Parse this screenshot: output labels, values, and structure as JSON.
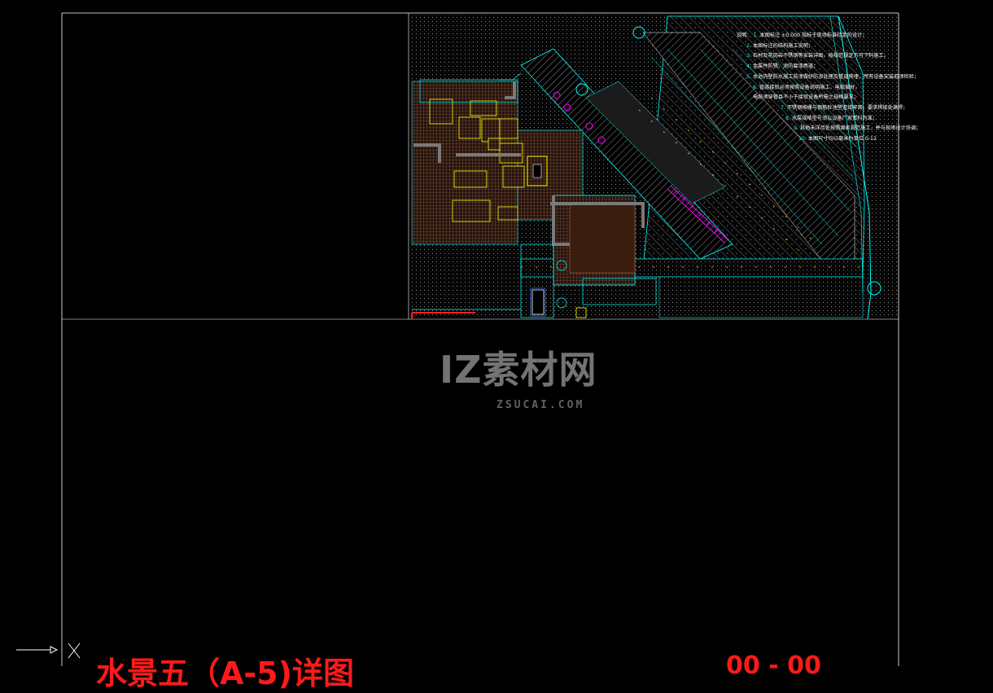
{
  "drawing": {
    "title": "水景五（A-5)详图",
    "scale_text": "00 - 00"
  },
  "notes": {
    "label": "说明：",
    "items": [
      {
        "num": "1",
        "text": "本图标注 ±0.000 指标于现场标准待定的设计；"
      },
      {
        "num": "2",
        "text": "本图标注的结构施工说明；"
      },
      {
        "num": "3",
        "text": "石材及花岗岩不锈钢等安装详图，按规范规定方可下料施工。"
      },
      {
        "num": "4",
        "text": "金属件防锈，涂防腐漆两道；"
      },
      {
        "num": "5",
        "text": "水池内壁防水施工前须做好防渗处理及管道预埋，所有设备安装前须检验；"
      },
      {
        "num": "6",
        "text": "管道接驳必须按照设备说明施工，电缆做好，"
      },
      {
        "num": "",
        "text": "电缆须穿管且不小于接驳设备所需之规格要求；"
      },
      {
        "num": "7",
        "text": "不锈钢格栅与钢筋砼池壁连接牢固，要求焊接处满焊；"
      },
      {
        "num": "8",
        "text": "水泵规格型号须以设备厂家资料为准；"
      },
      {
        "num": "9",
        "text": "其他未详尽处按照国家规范施工，并与现场设计协调；"
      },
      {
        "num": "10",
        "text": "本图尺寸均以毫米为单位 0-12"
      }
    ]
  },
  "watermark": {
    "text": "IZ素材网",
    "sub": "ZSUCAI.COM"
  },
  "palette": {
    "background": "#000000",
    "cyan": "#00ffff",
    "yellow": "#ffff00",
    "magenta": "#ff00ff",
    "red": "#ff2020",
    "white": "#ffffff",
    "blue": "#3b6cff",
    "brown": "#b26b3c",
    "gray": "#8a8a8a"
  }
}
